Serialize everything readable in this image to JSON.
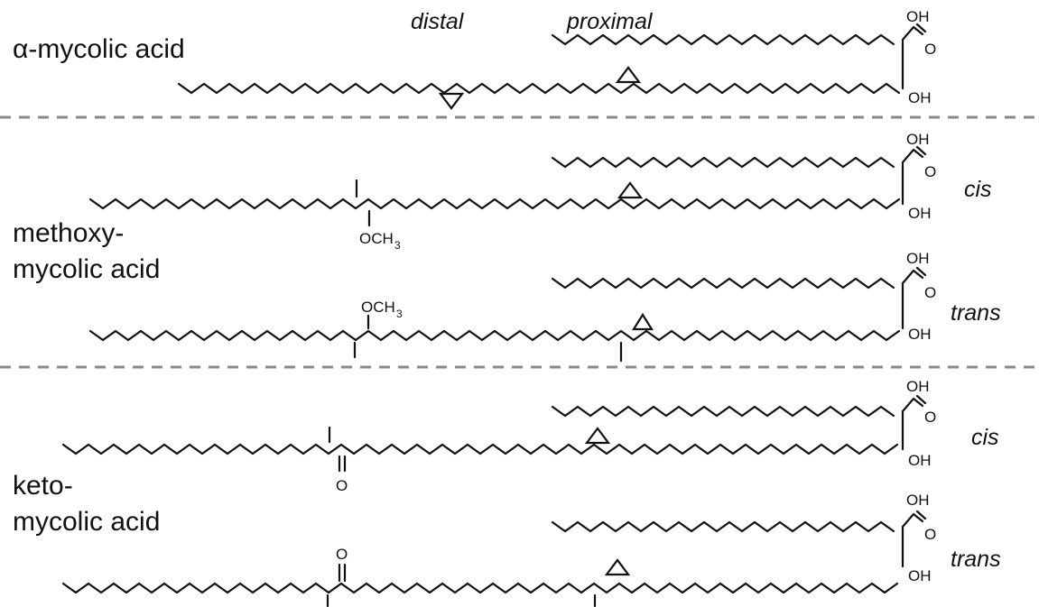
{
  "header": {
    "distal": "distal",
    "proximal": "proximal"
  },
  "molecules": [
    {
      "name_lines": [
        "α-mycolic acid"
      ]
    },
    {
      "name_lines": [
        "methoxy-",
        "mycolic acid"
      ],
      "variants": [
        "cis",
        "trans"
      ]
    },
    {
      "name_lines": [
        "keto-",
        "mycolic acid"
      ],
      "variants": [
        "cis",
        "trans"
      ]
    }
  ],
  "groups": {
    "hydroxyl": "OH",
    "carbonyl_o": "O",
    "methoxy": "OCH",
    "methoxy_sub": "3"
  }
}
